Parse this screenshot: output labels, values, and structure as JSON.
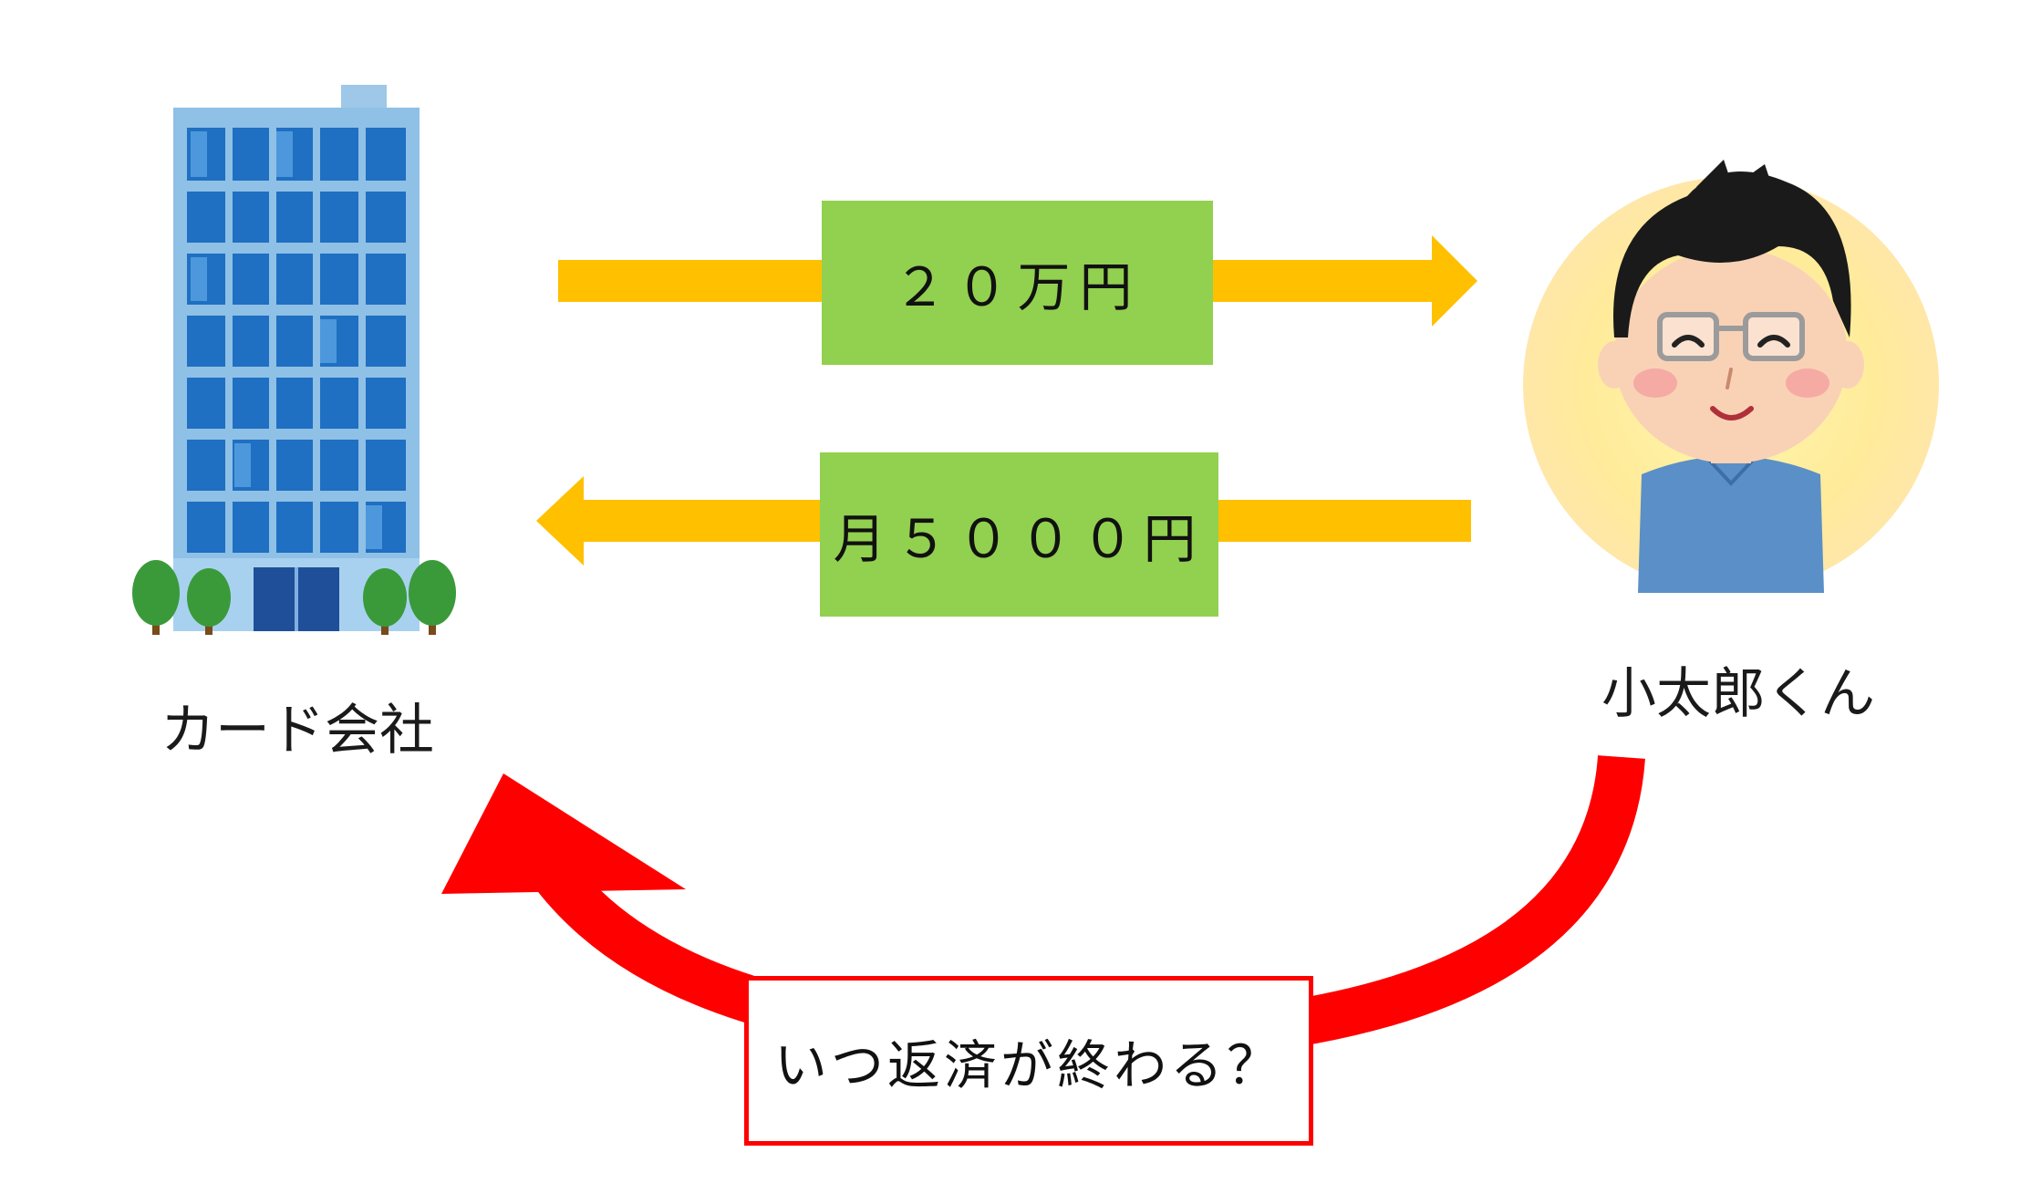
{
  "nodes": {
    "company": {
      "label": "カード会社",
      "icon": "office-building-icon"
    },
    "person": {
      "label": "小太郎くん",
      "icon": "smiling-man-with-glasses-icon"
    }
  },
  "flows": {
    "loan": {
      "label": "２０万円",
      "direction": "company-to-person"
    },
    "repayment": {
      "label": "月５０００円",
      "direction": "person-to-company"
    }
  },
  "question": {
    "label": "いつ返済が終わる？"
  },
  "colors": {
    "flow_arrow": "#ffc000",
    "flow_box": "#92d050",
    "question_arrow": "#ff0000",
    "building": "#2f7fd1",
    "tree": "#3a9a3a",
    "face_glow": "#fff2a8",
    "shirt": "#5b8fc7",
    "hair": "#1a1a1a"
  }
}
